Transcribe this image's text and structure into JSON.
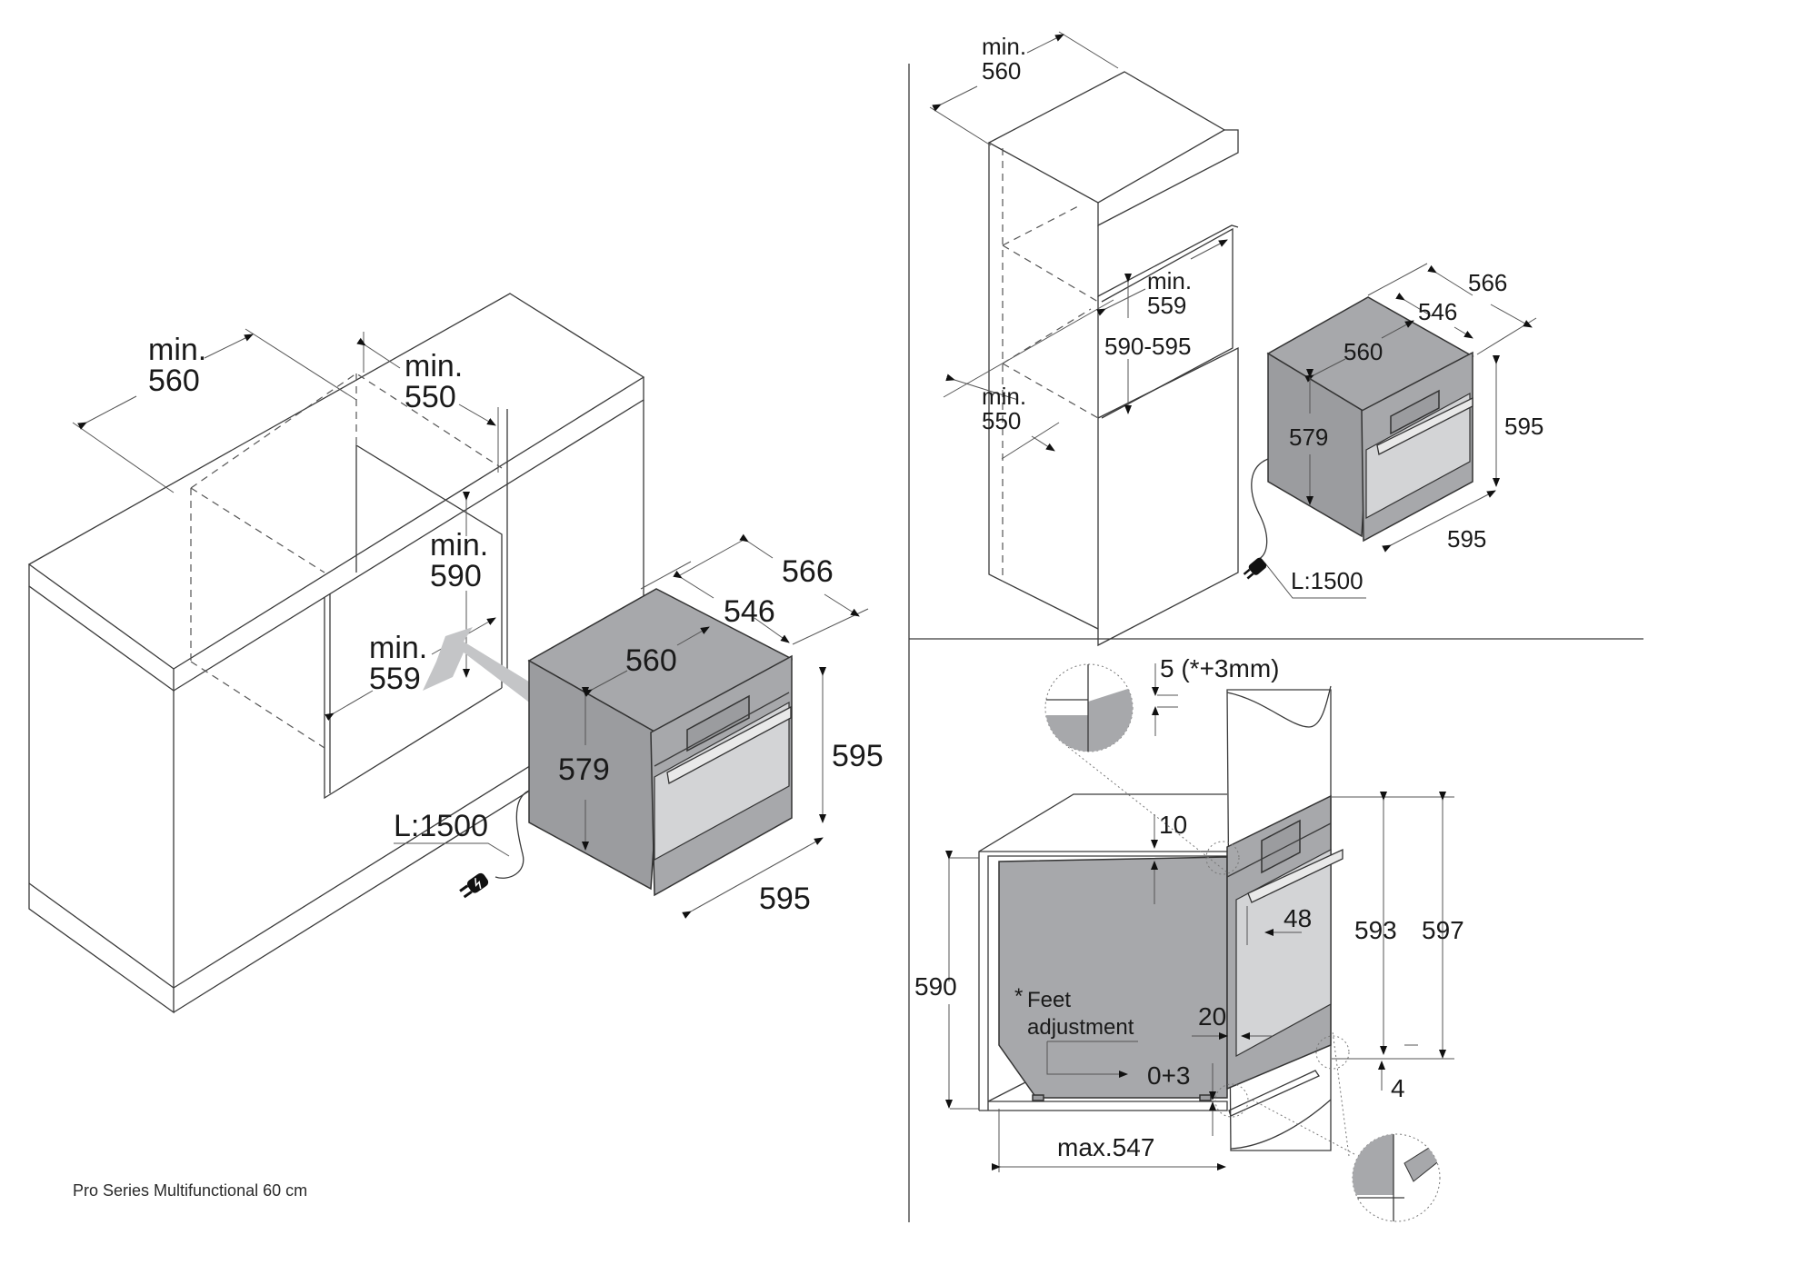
{
  "caption": "Pro Series Multifunctional 60 cm",
  "colors": {
    "oven_body": "#a7a8ab",
    "oven_glass": "#d3d4d6",
    "insert_arrow": "#c4c5c7",
    "line": "#3a3a3a"
  },
  "undercounter_view": {
    "niche_width": {
      "prefix": "min.",
      "value": "560"
    },
    "niche_depth": {
      "prefix": "min.",
      "value": "550"
    },
    "niche_height": {
      "prefix": "min.",
      "value": "590"
    },
    "niche_inner_width": {
      "prefix": "min.",
      "value": "559"
    },
    "oven": {
      "depth_total": "566",
      "depth_body": "546",
      "width_body": "560",
      "height_body": "579",
      "height_front": "595",
      "width_front": "595"
    },
    "cable_length": "L:1500"
  },
  "column_view": {
    "niche_width": {
      "prefix": "min.",
      "value": "560"
    },
    "niche_inner_width": {
      "prefix": "min.",
      "value": "559"
    },
    "niche_height": "590-595",
    "niche_depth": {
      "prefix": "min.",
      "value": "550"
    },
    "oven": {
      "depth_total": "566",
      "depth_body": "546",
      "width_body": "560",
      "height_body": "579",
      "height_front": "595",
      "width_front": "595"
    },
    "cable_length": "L:1500"
  },
  "section_view": {
    "top_gap": "5 (*+3mm)",
    "top_clearance": "10",
    "niche_height": "590",
    "feet_label_line1": "Feet",
    "feet_label_line2": "adjustment",
    "feet_asterisk": "*",
    "feet_range": "0+3",
    "max_depth": "max.547",
    "handle_depth": "48",
    "front_offset": "20",
    "front_height_inner": "593",
    "front_height_outer": "597",
    "bottom_gap": "4"
  },
  "icons": {
    "plug": "electric-plug-icon"
  }
}
